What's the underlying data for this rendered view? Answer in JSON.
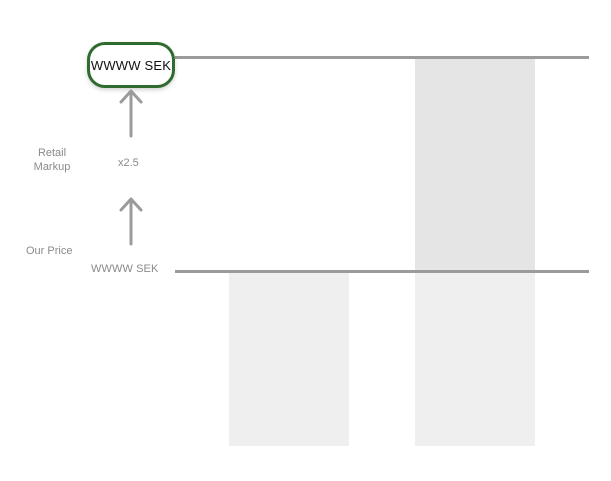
{
  "diagram": {
    "retail_price_value": "WWWW SEK",
    "retail_markup_label": "Retail\nMarkup",
    "multiplier": "x2.5",
    "our_price_label": "Our Price",
    "our_price_value": "WWWW SEK",
    "colors": {
      "accent_border": "#2f6b2f",
      "line": "#9b9b9b",
      "bar_light": "#efefef",
      "bar_dark": "#e5e5e5",
      "arrow": "#9b9b9b",
      "muted_text": "#8a8a8a"
    },
    "icons": [
      "arrow-up-icon",
      "arrow-up-icon"
    ]
  }
}
